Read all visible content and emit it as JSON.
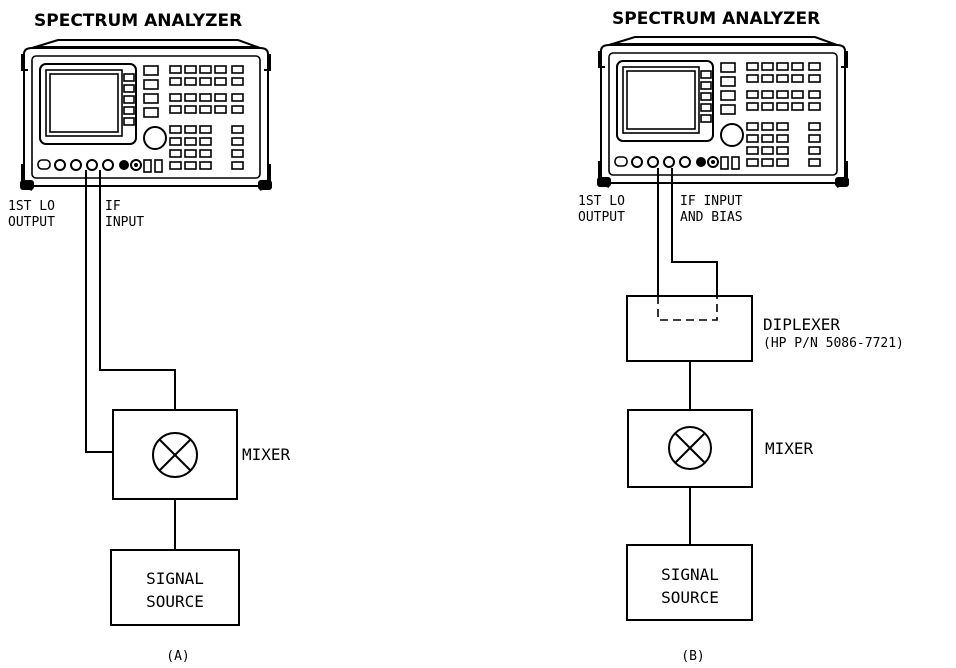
{
  "diagram_a": {
    "title": "SPECTRUM ANALYZER",
    "lo_label_1": "1ST LO",
    "lo_label_2": "OUTPUT",
    "if_label_1": "IF",
    "if_label_2": "INPUT",
    "mixer_label": "MIXER",
    "source_label_1": "SIGNAL",
    "source_label_2": "SOURCE",
    "caption": "(A)"
  },
  "diagram_b": {
    "title": "SPECTRUM ANALYZER",
    "lo_label_1": "1ST LO",
    "lo_label_2": "OUTPUT",
    "if_label_1": "IF INPUT",
    "if_label_2": "AND BIAS",
    "diplexer_label": "DIPLEXER",
    "diplexer_part": "(HP P/N 5086-7721)",
    "mixer_label": "MIXER",
    "source_label_1": "SIGNAL",
    "source_label_2": "SOURCE",
    "caption": "(B)"
  },
  "icons": [
    "spectrum-analyzer-icon",
    "mixer-symbol-icon"
  ]
}
